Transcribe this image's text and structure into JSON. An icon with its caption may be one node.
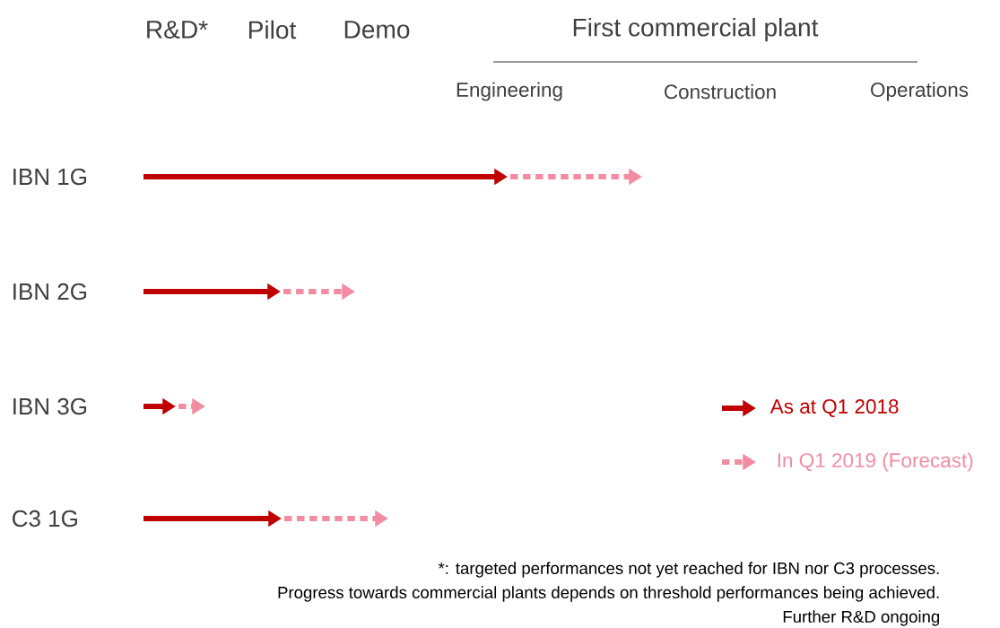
{
  "diagram": {
    "labels": [
      "R&D*",
      "Pilot",
      "Demo",
      "First commercial plant",
      "Engineering",
      "Construction",
      "Operations",
      "IBN 1G",
      "IBN 2G",
      "IBN 3G",
      "C3 1G",
      "*: targeted performances not yet reached for IBN nor C3 processes.",
      "Progress towards commercial plants depends on threshold performances being achieved.",
      "Further R&D ongoing"
    ],
    "legend": [
      {
        "text": "As at Q1 2018"
      },
      {
        "text": "In Q1 2019 (Forecast)"
      }
    ]
  }
}
